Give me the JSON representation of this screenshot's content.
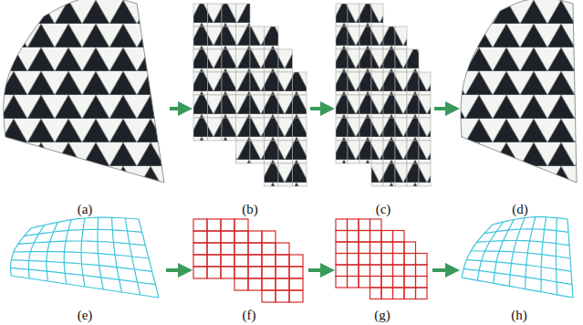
{
  "diagram": {
    "nodes": [
      {
        "text": [
          "(a)"
        ]
      },
      {
        "text": [
          "(b)"
        ]
      },
      {
        "text": [
          "(c)"
        ]
      },
      {
        "text": [
          "(d)"
        ]
      },
      {
        "text": [
          "(e)"
        ]
      },
      {
        "text": [
          "(f)"
        ]
      },
      {
        "text": [
          "(g)"
        ]
      },
      {
        "text": [
          "(h)"
        ]
      }
    ],
    "edges": [
      {
        "from": 0,
        "to": 1,
        "arrow": "to"
      },
      {
        "from": 1,
        "to": 2,
        "arrow": "to"
      },
      {
        "from": 2,
        "to": 3,
        "arrow": "to"
      },
      {
        "from": 4,
        "to": 5,
        "arrow": "to"
      },
      {
        "from": 5,
        "to": 6,
        "arrow": "to"
      },
      {
        "from": 6,
        "to": 7,
        "arrow": "to"
      }
    ]
  }
}
